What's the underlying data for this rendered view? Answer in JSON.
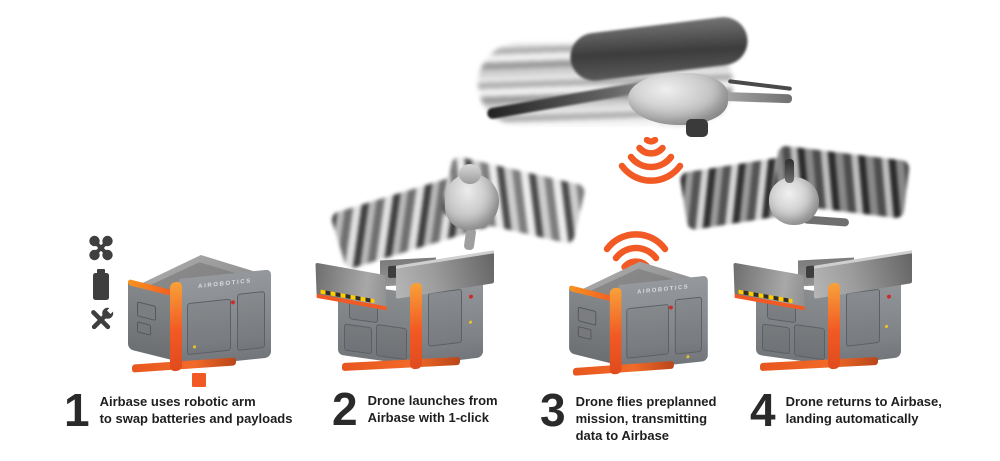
{
  "brand": {
    "label": "AIROBOTICS"
  },
  "colors": {
    "accent_orange": "#F15A24",
    "accent_orange_light": "#F7931E",
    "text_dark": "#1E1E1E",
    "icon_gray": "#3F3F3F",
    "base_gray": "#85888B"
  },
  "icons": {
    "left_column": [
      {
        "name": "drone-icon"
      },
      {
        "name": "battery-icon"
      },
      {
        "name": "crossed-tools-icon"
      }
    ],
    "signal_down": "signal-waves-down-icon",
    "signal_up": "signal-waves-up-icon",
    "payload": "payload-box"
  },
  "steps": [
    {
      "number": "1",
      "lines": [
        "Airbase uses robotic arm",
        "to swap batteries and payloads"
      ]
    },
    {
      "number": "2",
      "lines": [
        "Drone launches from",
        "Airbase with 1-click"
      ]
    },
    {
      "number": "3",
      "lines": [
        "Drone flies preplanned",
        "mission, transmitting",
        "data to Airbase"
      ]
    },
    {
      "number": "4",
      "lines": [
        "Drone returns to Airbase,",
        "landing automatically"
      ]
    }
  ]
}
